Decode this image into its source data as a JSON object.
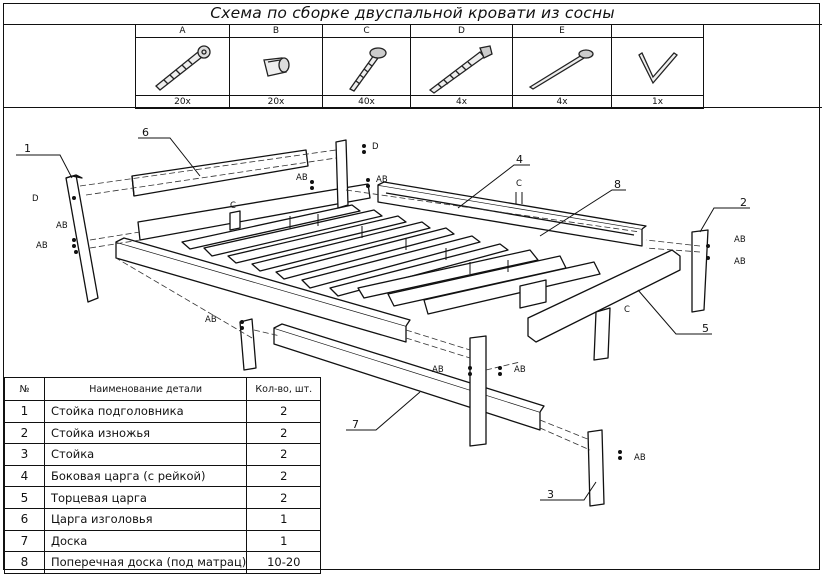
{
  "title": "Схема по сборке двуспальной кровати из сосны",
  "fasteners": [
    {
      "letter": "A",
      "qty": "20x",
      "icon": "confirmat-screw-icon"
    },
    {
      "letter": "B",
      "qty": "20x",
      "icon": "barrel-nut-icon"
    },
    {
      "letter": "C",
      "qty": "40x",
      "icon": "wood-screw-icon"
    },
    {
      "letter": "D",
      "qty": "4x",
      "icon": "long-screw-icon"
    },
    {
      "letter": "E",
      "qty": "4x",
      "icon": "nail-icon"
    },
    {
      "letter": "",
      "qty": "1x",
      "icon": "hex-key-icon"
    }
  ],
  "spec_table": {
    "headers": [
      "№",
      "Наименование детали",
      "Кол-во, шт."
    ],
    "rows": [
      {
        "n": "1",
        "name": "Стойка подголовника",
        "qty": "2"
      },
      {
        "n": "2",
        "name": "Стойка изножья",
        "qty": "2"
      },
      {
        "n": "3",
        "name": "Стойка",
        "qty": "2"
      },
      {
        "n": "4",
        "name": "Боковая царга (с рейкой)",
        "qty": "2"
      },
      {
        "n": "5",
        "name": "Торцевая царга",
        "qty": "2"
      },
      {
        "n": "6",
        "name": "Царга изголовья",
        "qty": "1"
      },
      {
        "n": "7",
        "name": "Доска",
        "qty": "1"
      },
      {
        "n": "8",
        "name": "Поперечная доска (под матрац)",
        "qty": "10-20"
      }
    ]
  },
  "callouts": {
    "c1": "1",
    "c2": "2",
    "c3": "3",
    "c4": "4",
    "c5": "5",
    "c6": "6",
    "c7": "7",
    "c8": "8"
  },
  "fastener_marks": {
    "ab": "AB",
    "c": "C",
    "d": "D"
  }
}
